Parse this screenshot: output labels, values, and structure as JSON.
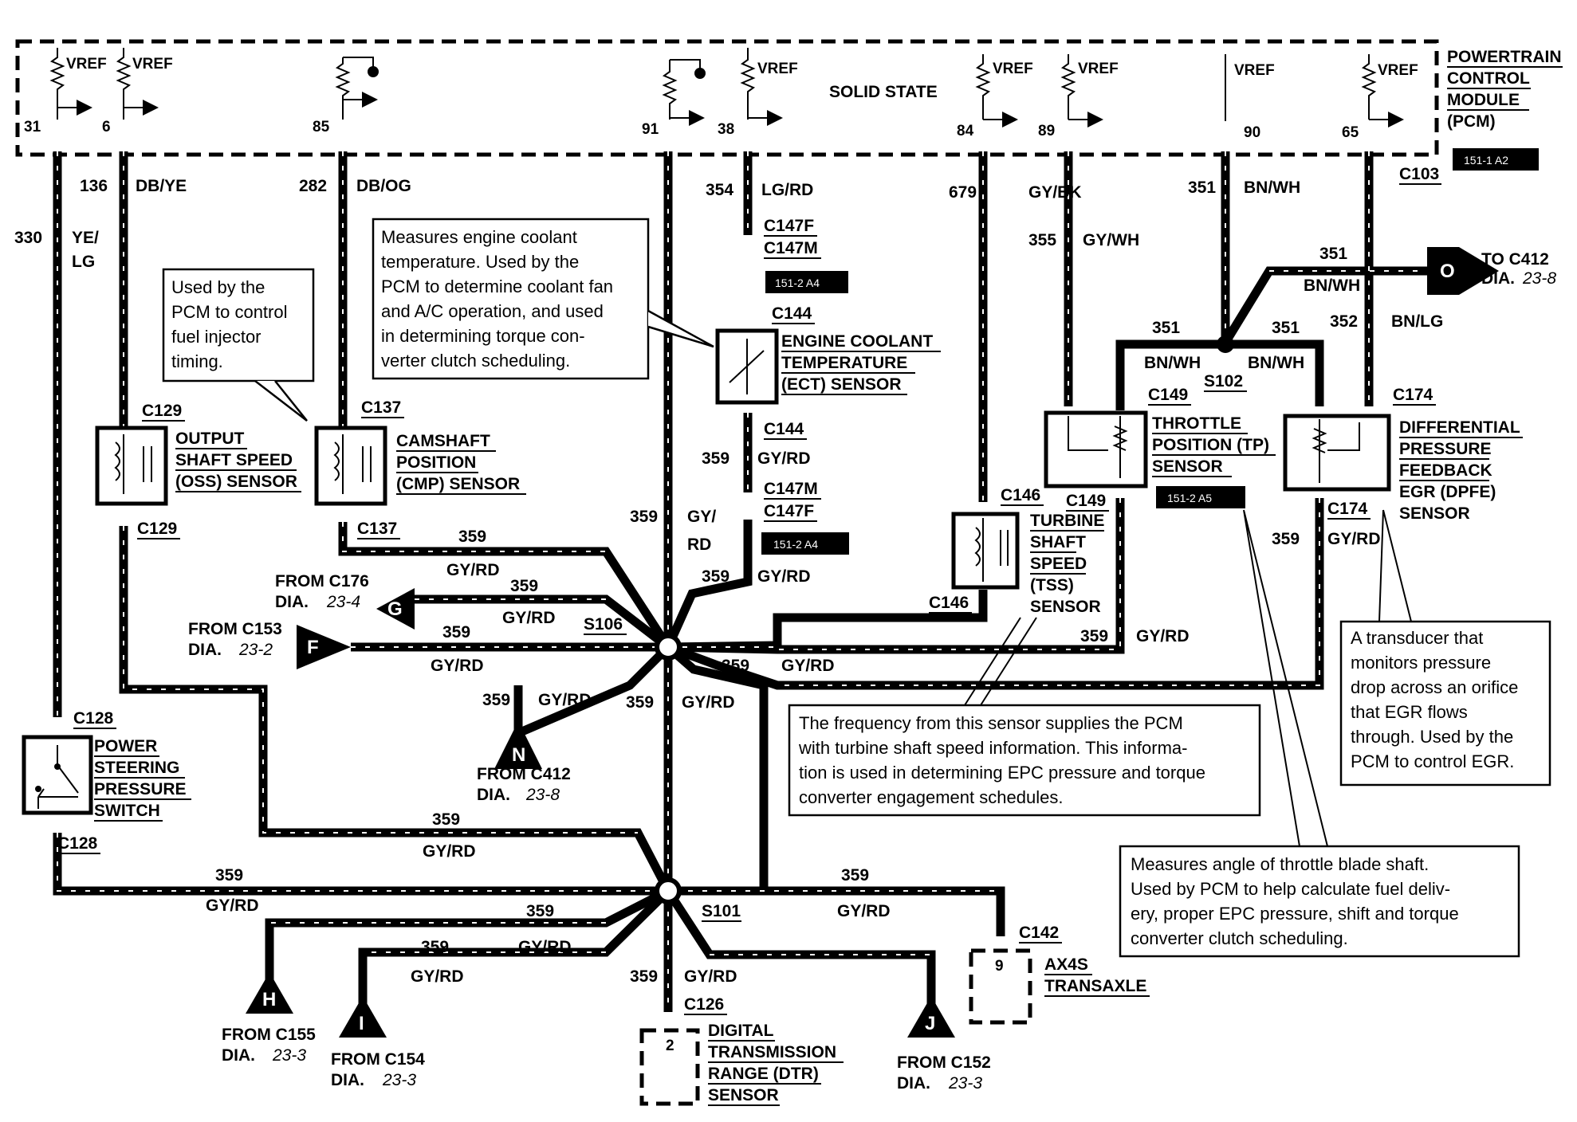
{
  "pcm": {
    "title_lines": [
      "POWERTRAIN",
      "CONTROL",
      "MODULE",
      "(PCM)"
    ],
    "solid_state": "SOLID STATE",
    "ref": "151-1 A2",
    "vref": "VREF",
    "pins": [
      "31",
      "6",
      "85",
      "91",
      "38",
      "84",
      "89",
      "90",
      "65"
    ]
  },
  "wires": {
    "c330": "330",
    "ye_lg": [
      "YE/",
      "LG"
    ],
    "c136": "136",
    "db_ye": "DB/YE",
    "c282": "282",
    "db_og": "DB/OG",
    "c354": "354",
    "lg_rd": "LG/RD",
    "c679": "679",
    "gy_bk": "GY/BK",
    "c355": "355",
    "gy_wh": "GY/WH",
    "c351": "351",
    "bn_wh": "BN/WH",
    "c352": "352",
    "bn_lg": "BN/LG",
    "c359": "359",
    "gy_rd": "GY/RD",
    "gy_rd_split": [
      "GY/",
      "RD"
    ]
  },
  "connectors": {
    "c103": "C103",
    "c147f": "C147F",
    "c147m": "C147M",
    "c144": "C144",
    "c129": "C129",
    "c137": "C137",
    "c149": "C149",
    "c174": "C174",
    "c146": "C146",
    "c128": "C128",
    "c142": "C142",
    "c126": "C126",
    "s102": "S102",
    "s106": "S106",
    "s101": "S101"
  },
  "refs": {
    "a4": "151-2 A4",
    "a5": "151-2 A5"
  },
  "components": {
    "ect": [
      "ENGINE COOLANT",
      "TEMPERATURE",
      "(ECT) SENSOR"
    ],
    "oss": [
      "OUTPUT",
      "SHAFT SPEED",
      "(OSS) SENSOR"
    ],
    "cmp": [
      "CAMSHAFT",
      "POSITION",
      "(CMP) SENSOR"
    ],
    "tp": [
      "THROTTLE",
      "POSITION (TP)",
      "SENSOR"
    ],
    "dpfe": [
      "DIFFERENTIAL",
      "PRESSURE",
      "FEEDBACK",
      "EGR (DPFE)",
      "SENSOR"
    ],
    "tss": [
      "TURBINE",
      "SHAFT",
      "SPEED",
      "(TSS)",
      "SENSOR"
    ],
    "pss": [
      "POWER",
      "STEERING",
      "PRESSURE",
      "SWITCH"
    ],
    "ax4s": [
      "AX4S",
      "TRANSAXLE"
    ],
    "dtr": [
      "DIGITAL",
      "TRANSMISSION",
      "RANGE (DTR)",
      "SENSOR"
    ],
    "ax4s_pin": "9",
    "dtr_pin": "2"
  },
  "offpage": {
    "o": {
      "letter": "O",
      "label": "TO C412",
      "dia": "DIA.",
      "page": "23-8"
    },
    "g": {
      "letter": "G",
      "label": "FROM C176",
      "dia": "DIA.",
      "page": "23-4"
    },
    "f": {
      "letter": "F",
      "label": "FROM C153",
      "dia": "DIA.",
      "page": "23-2"
    },
    "n": {
      "letter": "N",
      "label": "FROM C412",
      "dia": "DIA.",
      "page": "23-8"
    },
    "h": {
      "letter": "H",
      "label": "FROM C155",
      "dia": "DIA.",
      "page": "23-3"
    },
    "i": {
      "letter": "I",
      "label": "FROM C154",
      "dia": "DIA.",
      "page": "23-3"
    },
    "j": {
      "letter": "J",
      "label": "FROM C152",
      "dia": "DIA.",
      "page": "23-3"
    }
  },
  "notes": {
    "ect": [
      "Measures engine coolant",
      "temperature. Used by the",
      "PCM to determine coolant fan",
      "and A/C  operation, and used",
      "in determining torque con-",
      "verter clutch scheduling."
    ],
    "oss": [
      "Used by the",
      "PCM to control",
      "fuel injector",
      "timing."
    ],
    "tss": [
      "The frequency from this sensor supplies the PCM",
      "with turbine shaft speed information. This informa-",
      "tion is used in determining EPC pressure and torque",
      "converter engagement schedules."
    ],
    "dpfe": [
      "A transducer that",
      "monitors pressure",
      "drop across an orifice",
      "that EGR flows",
      "through. Used by the",
      "PCM to control EGR."
    ],
    "tp": [
      "Measures angle of throttle blade shaft.",
      "Used by PCM to help calculate fuel delivery,",
      "ery, proper EPC pressure, shift and torque",
      "converter clutch scheduling."
    ]
  }
}
